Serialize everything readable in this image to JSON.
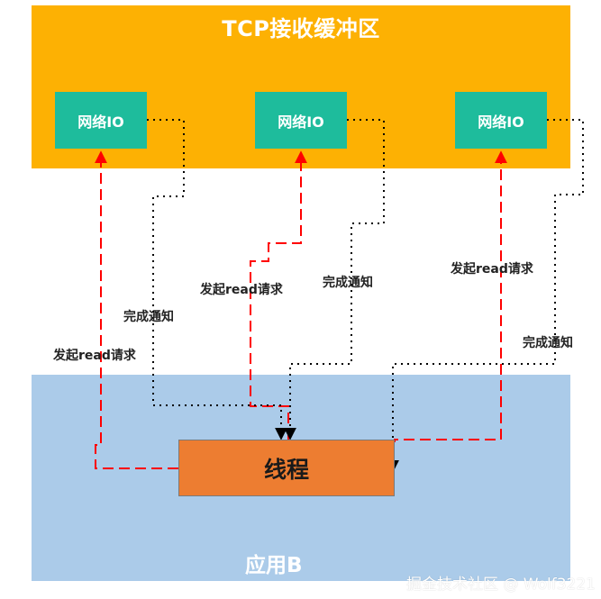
{
  "tcp_buffer": {
    "title": "TCP接收缓冲区"
  },
  "network_io": [
    "网络IO",
    "网络IO",
    "网络IO"
  ],
  "app": {
    "label": "应用B"
  },
  "thread": {
    "label": "线程"
  },
  "annotations": {
    "read_request": "发起read请求",
    "complete_notice": "完成通知"
  },
  "watermark": "掘金技术社区 @ Wolf3221",
  "colors": {
    "tcp_buffer": "#fdb103",
    "network_io": "#1ebc9c",
    "app": "#abcbe9",
    "thread": "#ed7d31",
    "read_line": "#ff0000",
    "notify_line": "#000000"
  }
}
